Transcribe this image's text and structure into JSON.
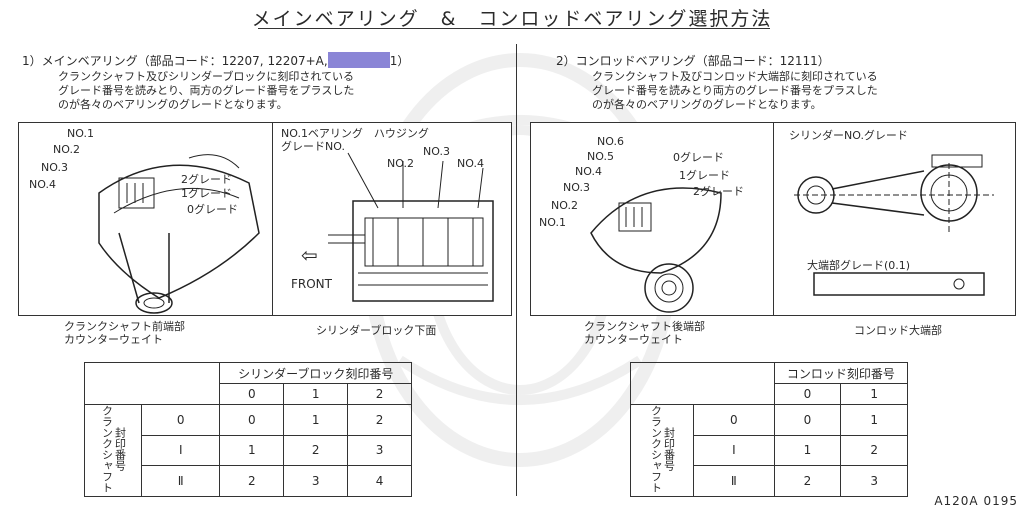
{
  "page": {
    "title": "メインベアリング　&　コンロッドベアリング選択方法",
    "doc_id": "A120A 0195"
  },
  "left": {
    "heading_prefix": "1）メインベアリング（部品コード：12207, 12207+A,",
    "heading_suffix": "1）",
    "desc": "クランクシャフト及びシリンダーブロックに刻印されている\nグレード番号を読みとり、両方のグレード番号をプラスした\nのが各々のベアリングのグレードとなります。",
    "crank_labels": [
      "NO.1",
      "NO.2",
      "NO.3",
      "NO.4"
    ],
    "grade_labels": [
      "2グレード",
      "1グレード",
      "0グレード"
    ],
    "housing_label": "NO.1ベアリング　ハウジング\nグレードNO.",
    "block_labels": [
      "NO.2",
      "NO.3",
      "NO.4"
    ],
    "front_label": "FRONT",
    "front_arrow": "⇦",
    "caption1": "クランクシャフト前端部\nカウンターウェイト",
    "caption2": "シリンダーブロック下面",
    "table": {
      "header": "シリンダーブロック刻印番号",
      "col_headers": [
        "0",
        "1",
        "2"
      ],
      "side_main": "クランクシャフト",
      "side_sub": "封印番号",
      "row_headers": [
        "0",
        "Ⅰ",
        "Ⅱ"
      ],
      "rows": [
        [
          "0",
          "1",
          "2"
        ],
        [
          "1",
          "2",
          "3"
        ],
        [
          "2",
          "3",
          "4"
        ]
      ]
    }
  },
  "right": {
    "heading": "2）コンロッドベアリング（部品コード：12111）",
    "desc": "クランクシャフト及びコンロッド大端部に刻印されている\nグレード番号を読みとり両方のグレード番号をプラスした\nのが各々のベアリングのグレードとなります。",
    "crank_labels": [
      "NO.6",
      "NO.5",
      "NO.4",
      "NO.3",
      "NO.2",
      "NO.1"
    ],
    "grade_labels": [
      "0グレード",
      "1グレード",
      "2グレード"
    ],
    "cyl_label": "シリンダーNO.グレード",
    "bigend_label": "大端部グレード(0.1)",
    "caption1": "クランクシャフト後端部\nカウンターウェイト",
    "caption2": "コンロッド大端部",
    "table": {
      "header": "コンロッド刻印番号",
      "col_headers": [
        "0",
        "1"
      ],
      "side_main": "クランクシャフト",
      "side_sub": "封印番号",
      "row_headers": [
        "0",
        "Ⅰ",
        "Ⅱ"
      ],
      "rows": [
        [
          "0",
          "1"
        ],
        [
          "1",
          "2"
        ],
        [
          "2",
          "3"
        ]
      ]
    }
  }
}
